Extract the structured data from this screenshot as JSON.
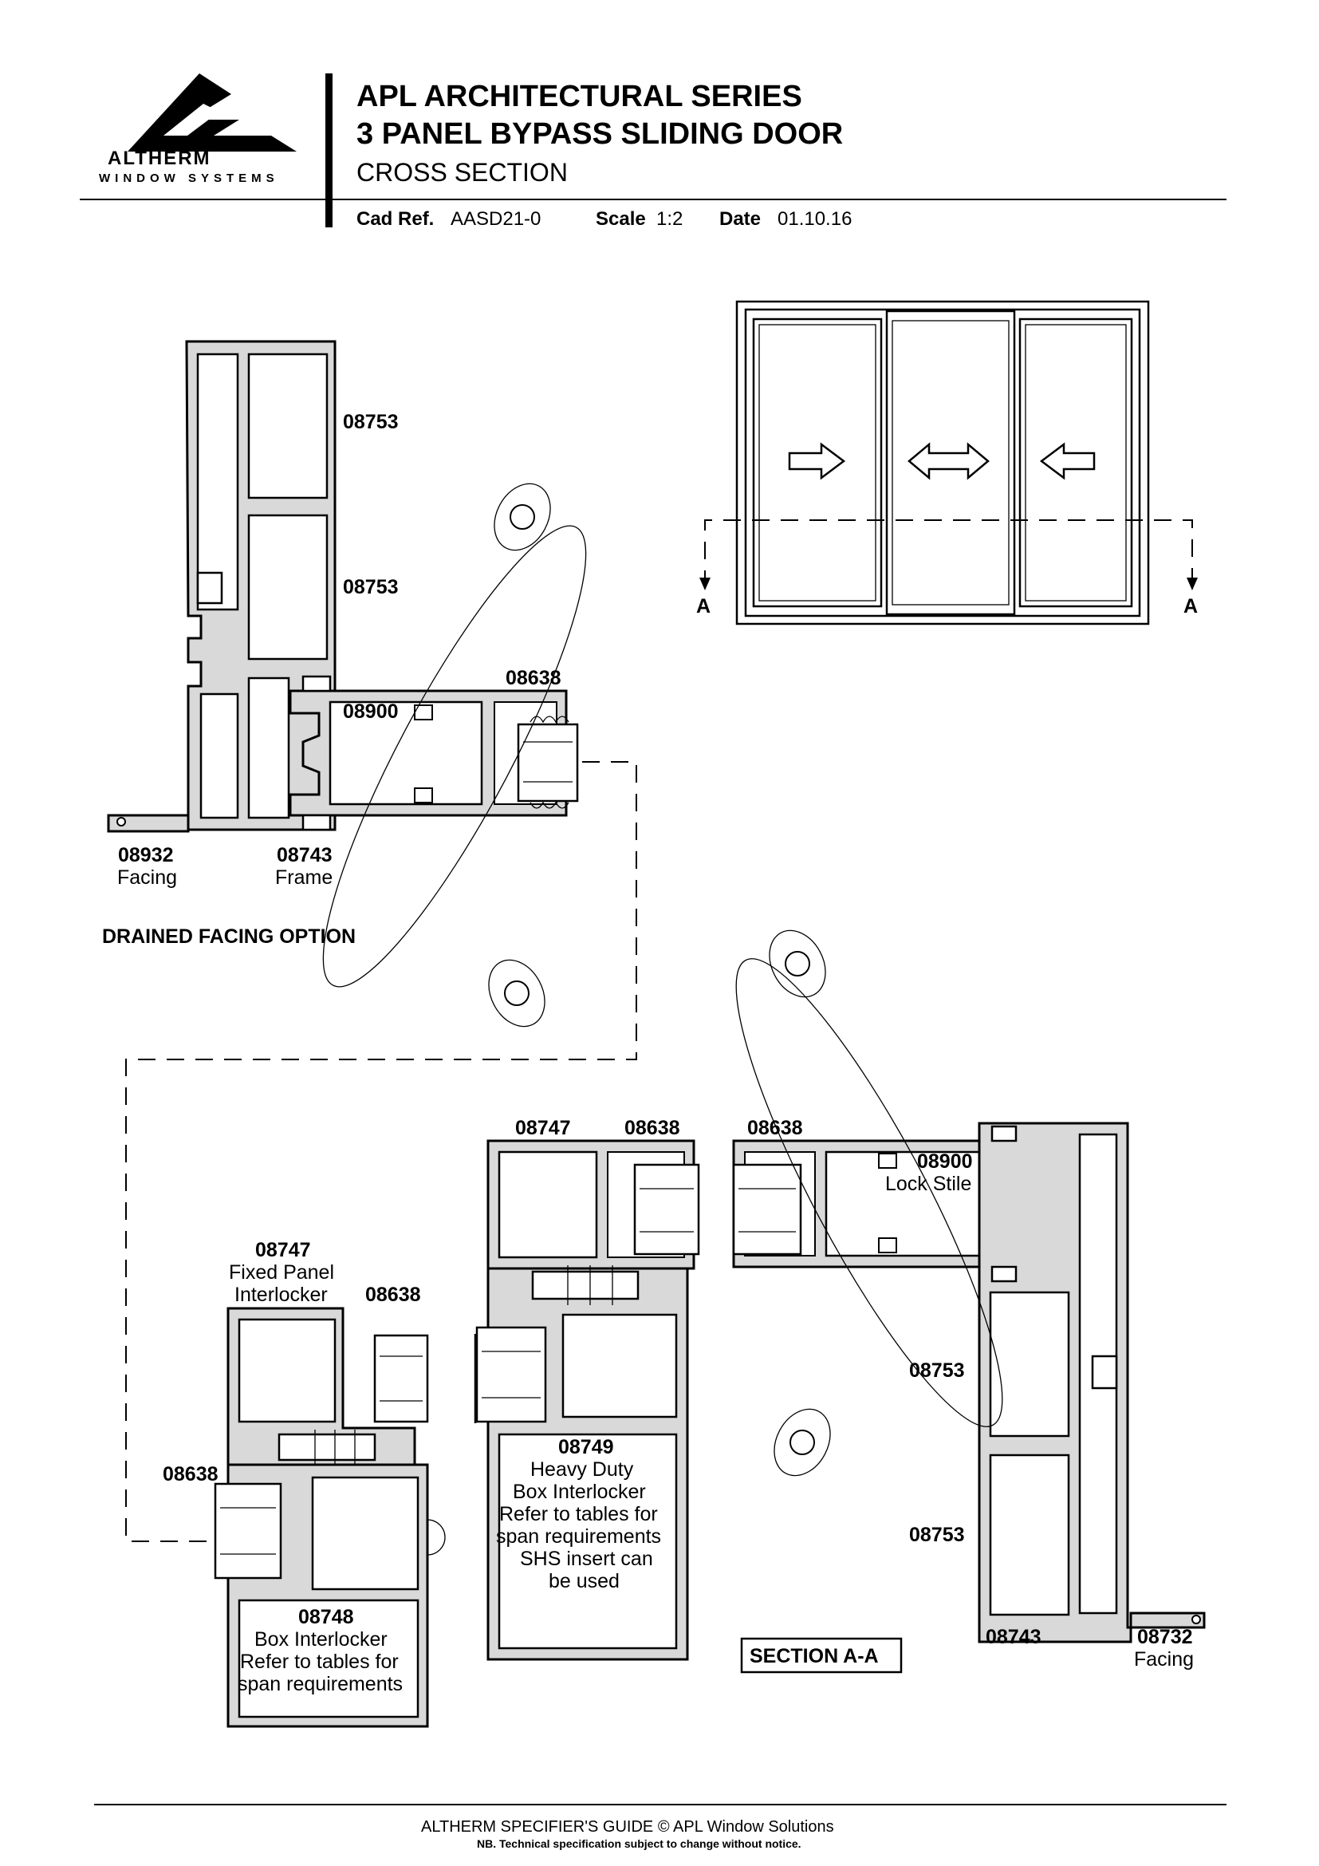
{
  "header": {
    "logo_name": "ALTHERM",
    "logo_tagline": "WINDOW SYSTEMS",
    "title_line1": "APL ARCHITECTURAL SERIES",
    "title_line2": "3 PANEL BYPASS SLIDING DOOR",
    "subtitle": "CROSS SECTION",
    "cad_ref_label": "Cad Ref.",
    "cad_ref_value": "AASD21-0",
    "scale_label": "Scale",
    "scale_value": "1:2",
    "date_label": "Date",
    "date_value": "01.10.16"
  },
  "elevation": {
    "section_marker_left": "A",
    "section_marker_right": "A"
  },
  "drained_option": {
    "heading": "DRAINED FACING OPTION",
    "labels": {
      "p08753_top": "08753",
      "p08753_mid": "08753",
      "p08638": "08638",
      "p08900": "08900",
      "p08932_code": "08932",
      "p08932_name": "Facing",
      "p08743_code": "08743",
      "p08743_name": "Frame"
    }
  },
  "section": {
    "heading": "SECTION A-A",
    "labels": {
      "fixed_code": "08747",
      "fixed_line1": "Fixed Panel",
      "fixed_line2": "Interlocker",
      "fixed_seal": "08638",
      "left_seal": "08638",
      "box_code": "08748",
      "box_line1": "Box Interlocker",
      "box_line2": "Refer to tables for",
      "box_line3": "span requirements",
      "mid_top_code": "08747",
      "mid_top_seal": "08638",
      "heavy_code": "08749",
      "heavy_line1": "Heavy Duty",
      "heavy_line2": "Box Interlocker",
      "heavy_line3": "Refer to tables for",
      "heavy_line4": "span requirements",
      "heavy_line5": "SHS insert can",
      "heavy_line6": "be used",
      "right_seal": "08638",
      "lock_code": "08900",
      "lock_name": "Lock Stile",
      "frame_top": "08753",
      "frame_bottom": "08753",
      "frame_code": "08743",
      "facing_code": "08732",
      "facing_name": "Facing"
    }
  },
  "footer": {
    "line1": "ALTHERM SPECIFIER'S GUIDE  © APL Window Solutions",
    "line2": "NB. Technical specification subject to change without notice."
  }
}
